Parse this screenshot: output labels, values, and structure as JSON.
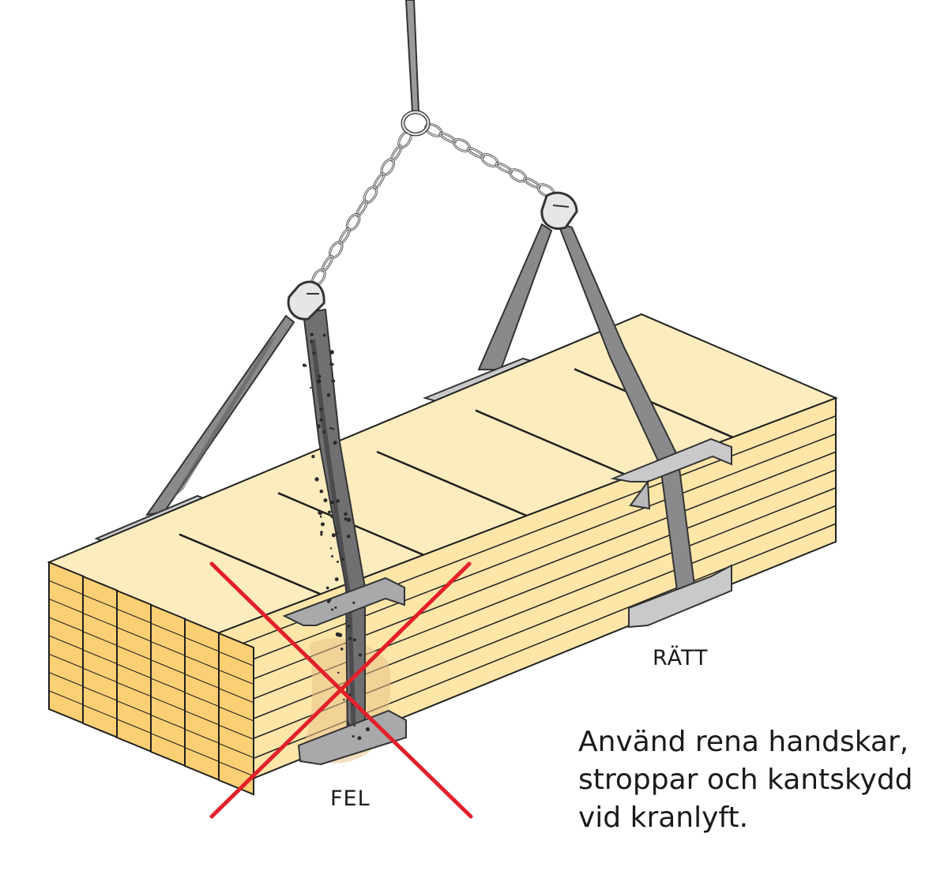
{
  "labels": {
    "correct": "RÄTT",
    "wrong": "FEL"
  },
  "caption": {
    "lines": [
      "Använd rena handskar,",
      "stroppar och kantskydd",
      "vid kranlyft."
    ]
  },
  "colors": {
    "wood_top": "#fcecbe",
    "wood_side": "#fde6a8",
    "wood_front": "#fbcf74",
    "wood_line": "#1f1f1f",
    "strap": "#8a8a8c",
    "strap_dirty": "#707072",
    "edge_protector": "#c9c9cb",
    "chain": "#d8d8d8",
    "cross": "#e3202a",
    "dirt": "#e8c28a"
  },
  "icons": {
    "chain": "chain-icon",
    "hook": "hook-icon",
    "wrong_mark": "cross-icon"
  }
}
